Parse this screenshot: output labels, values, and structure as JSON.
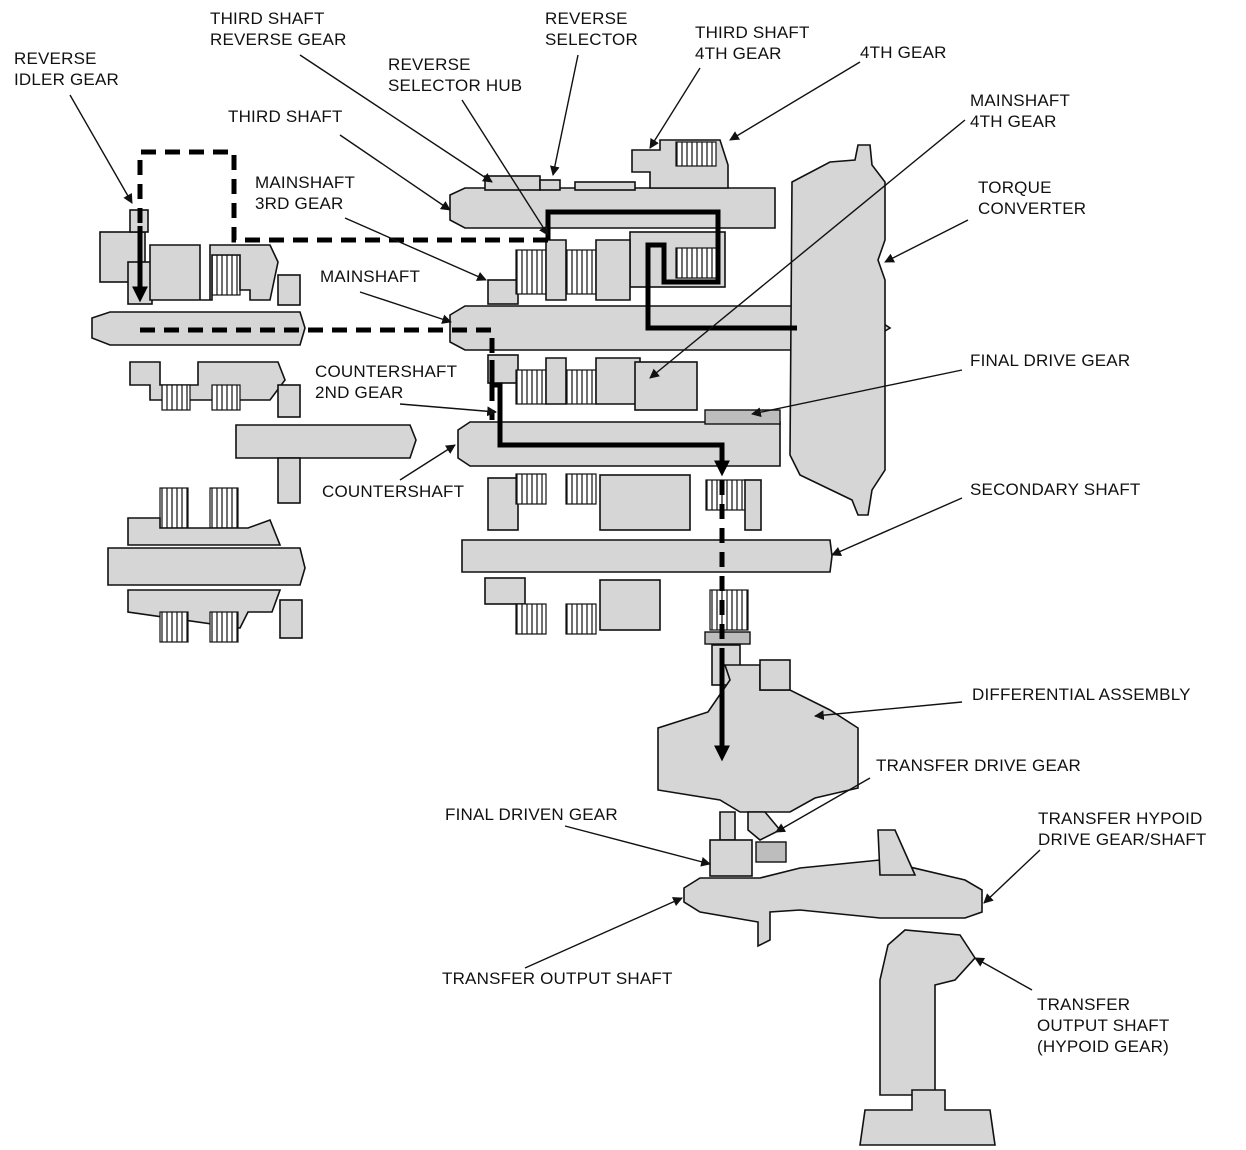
{
  "labels": {
    "reverse_idler_gear": [
      "REVERSE",
      "IDLER GEAR"
    ],
    "third_shaft_reverse_gear": [
      "THIRD SHAFT",
      "REVERSE GEAR"
    ],
    "reverse_selector": [
      "REVERSE",
      "SELECTOR"
    ],
    "reverse_selector_hub": [
      "REVERSE",
      "SELECTOR HUB"
    ],
    "third_shaft_4th_gear": [
      "THIRD SHAFT",
      "4TH GEAR"
    ],
    "fourth_gear": [
      "4TH GEAR"
    ],
    "mainshaft_4th_gear": [
      "MAINSHAFT",
      "4TH GEAR"
    ],
    "third_shaft": [
      "THIRD SHAFT"
    ],
    "mainshaft_3rd_gear": [
      "MAINSHAFT",
      "3RD GEAR"
    ],
    "torque_converter": [
      "TORQUE",
      "CONVERTER"
    ],
    "mainshaft": [
      "MAINSHAFT"
    ],
    "final_drive_gear": [
      "FINAL DRIVE GEAR"
    ],
    "countershaft_2nd_gear": [
      "COUNTERSHAFT",
      "2ND GEAR"
    ],
    "countershaft": [
      "COUNTERSHAFT"
    ],
    "secondary_shaft": [
      "SECONDARY SHAFT"
    ],
    "differential_assembly": [
      "DIFFERENTIAL ASSEMBLY"
    ],
    "transfer_drive_gear": [
      "TRANSFER DRIVE GEAR"
    ],
    "final_driven_gear": [
      "FINAL DRIVEN GEAR"
    ],
    "transfer_hypoid_drive_gear_shaft": [
      "TRANSFER HYPOID",
      "DRIVE GEAR/SHAFT"
    ],
    "transfer_output_shaft": [
      "TRANSFER OUTPUT SHAFT"
    ],
    "transfer_output_shaft_hypoid_gear": [
      "TRANSFER",
      "OUTPUT SHAFT",
      "(HYPOID GEAR)"
    ]
  }
}
